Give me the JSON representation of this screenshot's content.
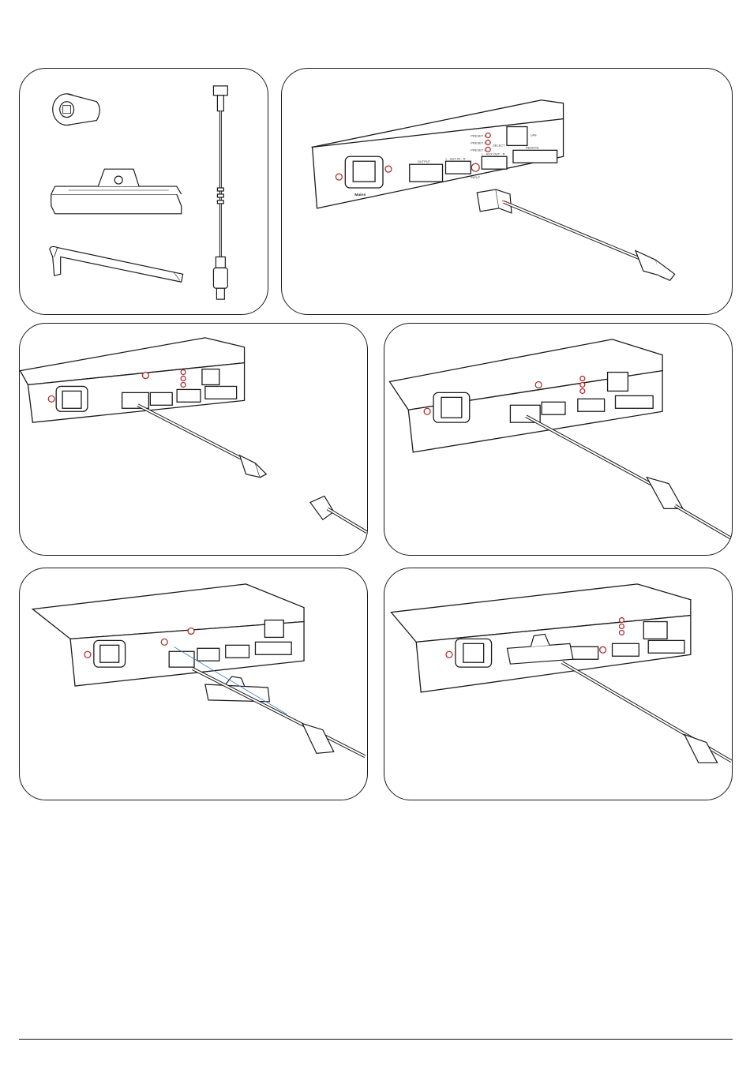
{
  "device": {
    "labels": {
      "preset1": "PRESET 1",
      "preset2": "PRESET 2",
      "preset3": "PRESET 3",
      "select": "SELECT",
      "lan": "LAN",
      "output": "OUTPUT",
      "aux_in": "L - AUX IN - R",
      "aux_out": "L - AUX OUT - R",
      "input": "INPUT",
      "remote": "REMOTE",
      "mains": "Mains"
    }
  },
  "colors": {
    "line": "#1a1a1a",
    "wire_red": "#c0392b",
    "wire_blue": "#3a78c2",
    "led": "#b03030"
  }
}
